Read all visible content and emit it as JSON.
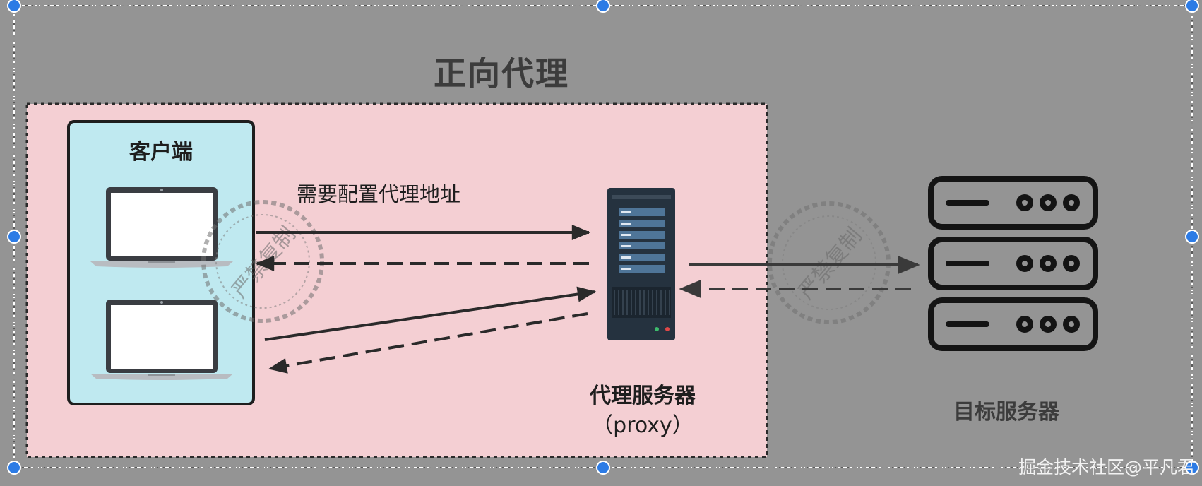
{
  "diagram": {
    "title": "正向代理",
    "client_box_title": "客户端",
    "arrow_label": "需要配置代理地址",
    "proxy_server_name": "代理服务器",
    "proxy_server_sub": "（proxy）",
    "target_server_name": "目标服务器",
    "stamp_text": "严禁复制",
    "watermark": "掘金技术社区@平凡君"
  },
  "colors": {
    "background": "#949494",
    "proxy_zone_fill": "#f4cfd3",
    "client_box_fill": "#bfe9f0",
    "arrow": "#2a2a2a",
    "selection_handle": "#2c7be5"
  },
  "icons": [
    "laptop-icon",
    "server-tower-icon",
    "server-rack-icon"
  ]
}
